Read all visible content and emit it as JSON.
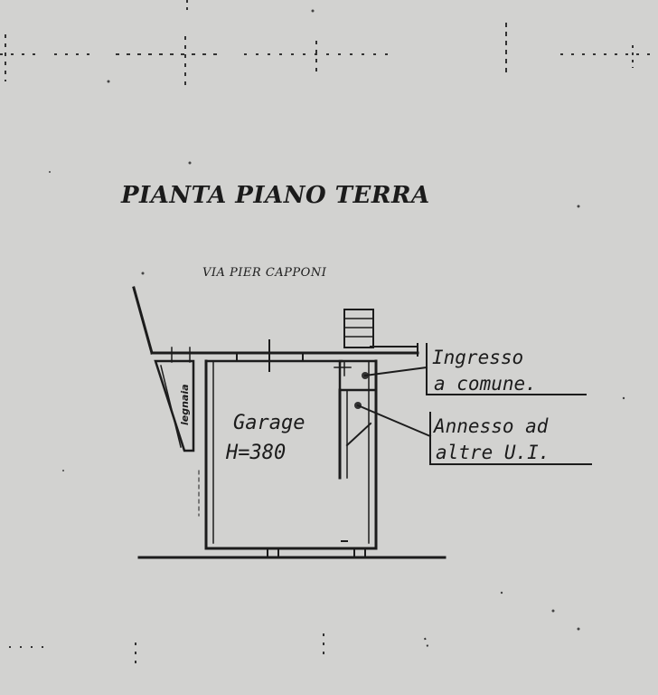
{
  "title": "PIANTA PIANO TERRA",
  "street": "VIA PIER CAPPONI",
  "rooms": {
    "garage_label": "Garage",
    "garage_height": "H=380",
    "woodshed_label": "legnaia"
  },
  "annotations": {
    "entrance_line1": "Ingresso",
    "entrance_line2": "a comune.",
    "annex_line1": "Annesso ad",
    "annex_line2": "altre U.I."
  }
}
